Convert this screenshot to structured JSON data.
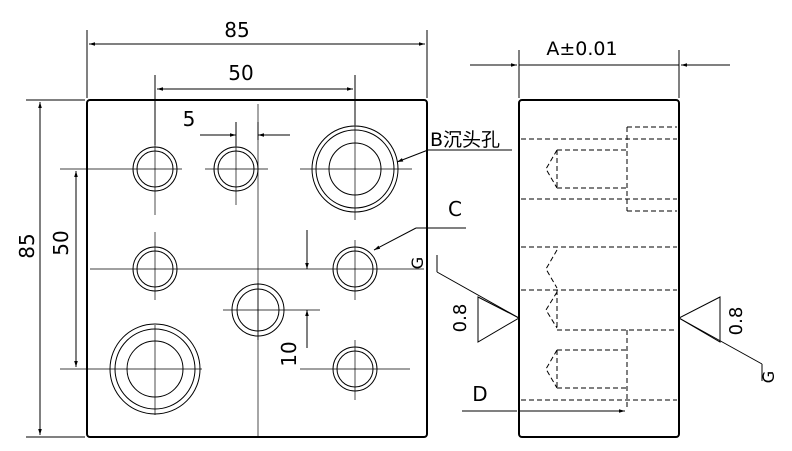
{
  "dimensions": {
    "top_width": "85",
    "top_pitch": "50",
    "small_offset": "5",
    "left_height": "85",
    "left_pitch": "50",
    "right_offset": "10",
    "side_width": "A±0.01"
  },
  "callouts": {
    "b_counterbore": "B沉头孔",
    "c_hole": "C",
    "d_hole": "D"
  },
  "surface_marks": {
    "left_value": "0.8",
    "right_value": "0.8",
    "left_letter": "G",
    "right_letter": "G"
  },
  "colors": {
    "line": "#000000",
    "background": "#ffffff"
  }
}
